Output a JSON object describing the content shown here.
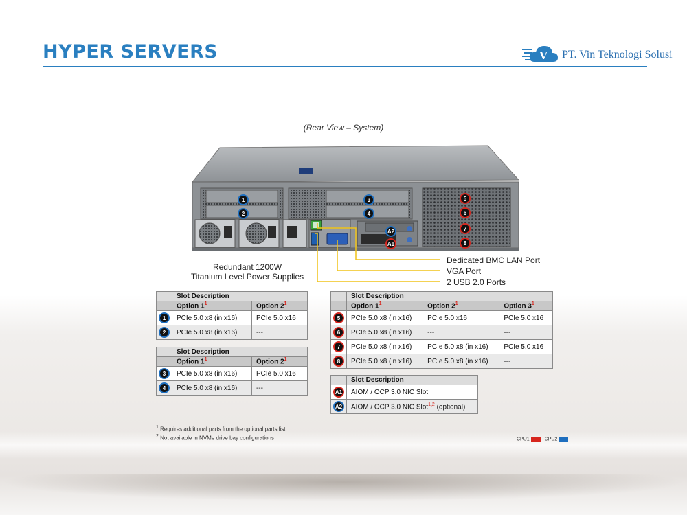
{
  "header": {
    "title": "HYPER SERVERS",
    "company": "PT. Vin Teknologi Solusi",
    "logo_letter": "V"
  },
  "figure": {
    "caption": "(Rear View – System)",
    "callouts": [
      "Dedicated BMC LAN Port",
      "VGA Port",
      "2 USB 2.0 Ports"
    ],
    "psu_label_line1": "Redundant  1200W",
    "psu_label_line2": "Titanium  Level  Power Supplies"
  },
  "tables": {
    "left_top": {
      "header": "Slot Description",
      "option1": "Option 1",
      "option2": "Option 2",
      "rows": [
        {
          "num": "1",
          "opt1": "PCIe 5.0 x8 (in x16)",
          "opt2": "PCIe 5.0 x16"
        },
        {
          "num": "2",
          "opt1": "PCIe 5.0 x8 (in x16)",
          "opt2": "---"
        }
      ]
    },
    "left_bottom": {
      "header": "Slot Description",
      "option1": "Option 1",
      "option2": "Option 2",
      "rows": [
        {
          "num": "3",
          "opt1": "PCIe 5.0 x8 (in x16)",
          "opt2": "PCIe 5.0 x16"
        },
        {
          "num": "4",
          "opt1": "PCIe 5.0 x8 (in x16)",
          "opt2": "---"
        }
      ]
    },
    "right_top": {
      "header": "Slot Description",
      "option1": "Option 1",
      "option2": "Option 2",
      "option3": "Option 3",
      "rows": [
        {
          "num": "5",
          "opt1": "PCIe 5.0 x8 (in x16)",
          "opt2": "PCIe 5.0 x16",
          "opt3": "PCIe 5.0 x16"
        },
        {
          "num": "6",
          "opt1": "PCIe 5.0 x8 (in x16)",
          "opt2": "---",
          "opt3": "---"
        },
        {
          "num": "7",
          "opt1": "PCIe 5.0 x8 (in x16)",
          "opt2": "PCIe 5.0 x8 (in x16)",
          "opt3": "PCIe 5.0 x16"
        },
        {
          "num": "8",
          "opt1": "PCIe 5.0 x8 (in x16)",
          "opt2": "PCIe 5.0 x8 (in x16)",
          "opt3": "---"
        }
      ]
    },
    "right_bottom": {
      "header": "Slot Description",
      "rows": [
        {
          "num": "A1",
          "desc": "AIOM / OCP 3.0 NIC  Slot",
          "sup": "",
          "suffix": ""
        },
        {
          "num": "A2",
          "desc": "AIOM / OCP 3.0 NIC  Slot",
          "sup": "1,2",
          "suffix": " (optional)"
        }
      ]
    },
    "sup_mark": "1"
  },
  "footnotes": [
    {
      "mark": "1",
      "text": " Requires additional parts from the optional parts list"
    },
    {
      "mark": "2",
      "text": " Not available in NVMe  drive bay  configurations"
    }
  ],
  "legend": {
    "cpu1": "CPU1",
    "cpu2": "CPU2",
    "cpu1_color": "#d7261e",
    "cpu2_color": "#1f6fbf"
  }
}
